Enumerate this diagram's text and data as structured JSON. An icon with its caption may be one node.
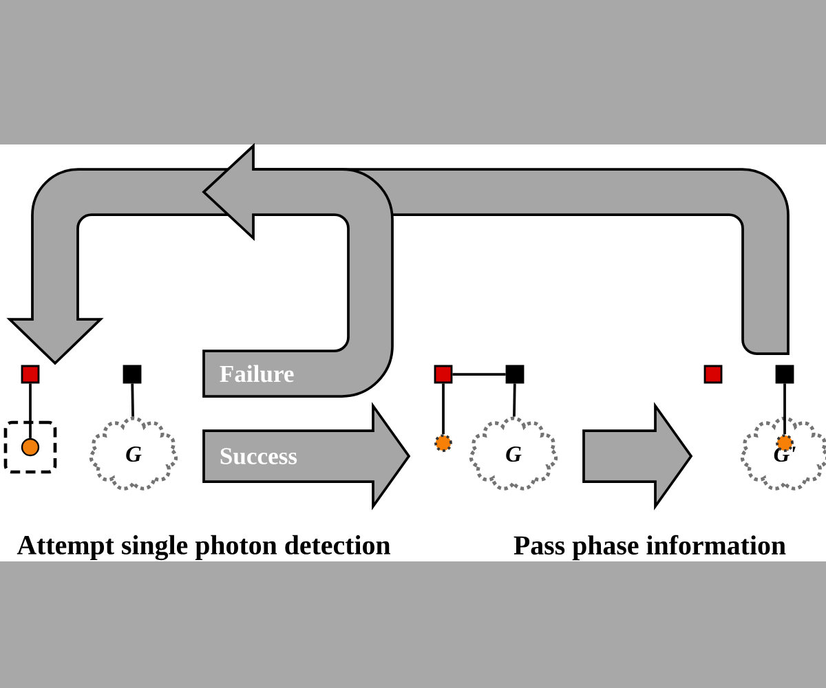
{
  "diagram": {
    "nodes": [
      {
        "text": [],
        "shape": "box"
      },
      {
        "text": [],
        "shape": "box"
      },
      {
        "text": [],
        "shape": "box"
      },
      {
        "text": [],
        "shape": "circle",
        "in": 2
      },
      {
        "text": [
          "G"
        ]
      },
      {
        "text": [],
        "shape": "box"
      },
      {
        "text": [],
        "shape": "box"
      },
      {
        "text": [],
        "shape": "circle"
      },
      {
        "text": [
          "G"
        ]
      },
      {
        "text": [],
        "shape": "box"
      },
      {
        "text": [],
        "shape": "box"
      },
      {
        "text": [
          "G'"
        ]
      },
      {
        "text": [],
        "shape": "circle",
        "in": 11
      }
    ],
    "edges": [
      {
        "from": 0,
        "to": 3,
        "arrow": "none"
      },
      {
        "from": 1,
        "to": 4,
        "arrow": "none"
      },
      {
        "from": 5,
        "to": 6,
        "arrow": "none"
      },
      {
        "from": 5,
        "to": 7,
        "arrow": "none"
      },
      {
        "from": 6,
        "to": 8,
        "arrow": "none"
      },
      {
        "from": 10,
        "to": 12,
        "arrow": "none"
      },
      {
        "from": 4,
        "to": 7,
        "arrow": "to",
        "label": "Success"
      },
      {
        "from": 8,
        "to": 11,
        "arrow": "to"
      },
      {
        "from": 4,
        "to": null,
        "arrow": "to",
        "label": "Failure"
      },
      {
        "from": 10,
        "to": 0,
        "arrow": "to"
      }
    ],
    "labels": [
      "Attempt single photon detection",
      "Pass phase information"
    ]
  }
}
